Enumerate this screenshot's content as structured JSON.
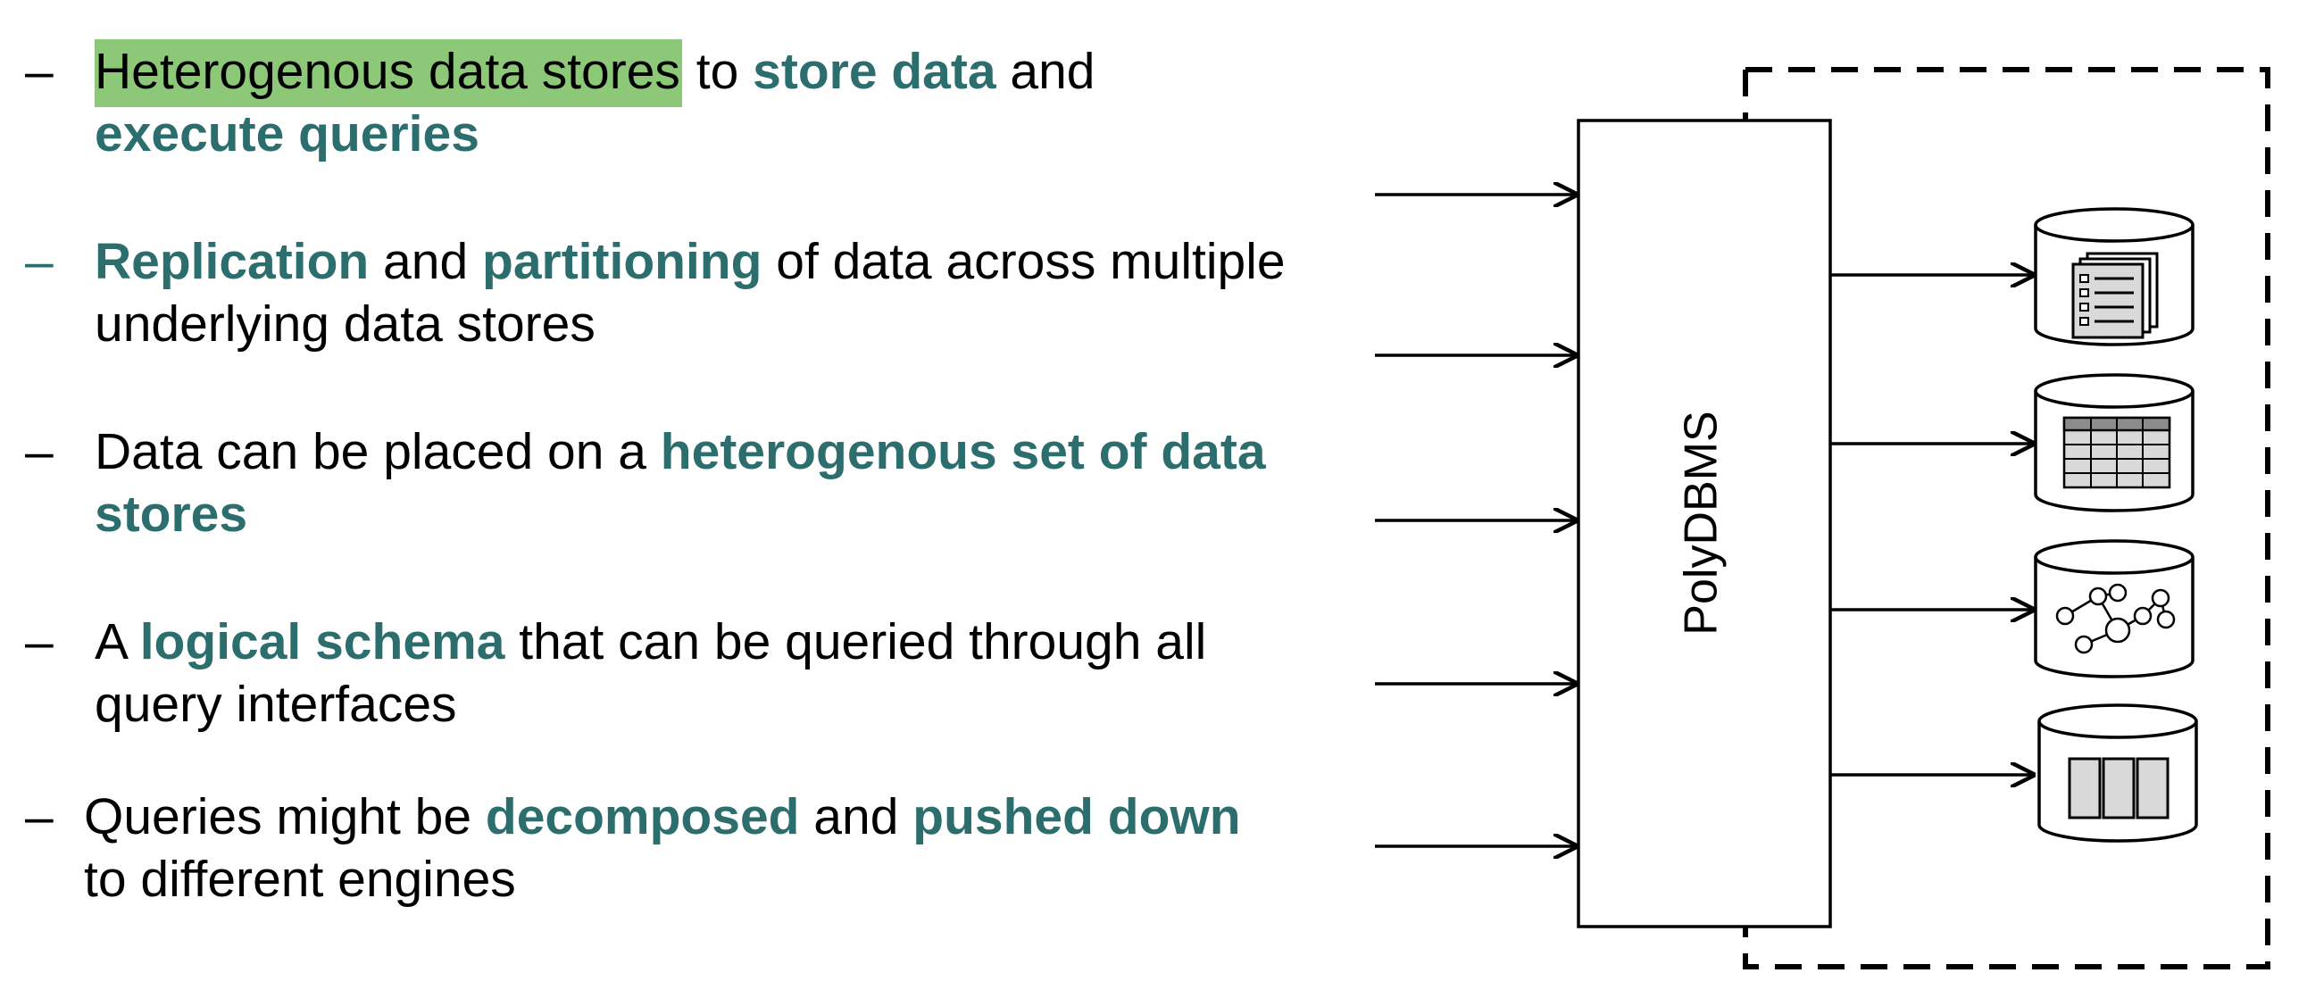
{
  "bullets": [
    {
      "dash": "–",
      "line1": {
        "hl": "Heterogenous data stores",
        "t1": " to ",
        "e1": "store data",
        "t2": " and"
      },
      "line2": {
        "e1": "execute queries"
      }
    },
    {
      "dash": "–",
      "line1": {
        "e1": "Replication",
        "t1": " and ",
        "e2": "partitioning",
        "t2": " of data across multiple"
      },
      "line2": {
        "t1": "underlying data stores"
      }
    },
    {
      "dash": "–",
      "line1": {
        "t1": "Data can be placed on a ",
        "e1": "heterogenous set of data"
      },
      "line2": {
        "e1": "stores"
      }
    },
    {
      "dash": "–",
      "line1": {
        "t1": "A ",
        "e1": "logical schema",
        "t2": " that can be queried through all"
      },
      "line2": {
        "t1": "query interfaces"
      }
    },
    {
      "dash": "–",
      "line1": {
        "t1": "Queries might be ",
        "e1": "decomposed",
        "t2": " and ",
        "e2": "pushed down"
      },
      "line2": {
        "t1": "to different engines"
      }
    }
  ],
  "diagram": {
    "engine_label": "PolyDBMS",
    "stores": [
      {
        "icon": "document-store-icon"
      },
      {
        "icon": "relational-table-icon"
      },
      {
        "icon": "graph-network-icon"
      },
      {
        "icon": "column-store-icon"
      }
    ]
  },
  "colors": {
    "accent": "#2c6e6e",
    "highlight": "#8cc878"
  }
}
